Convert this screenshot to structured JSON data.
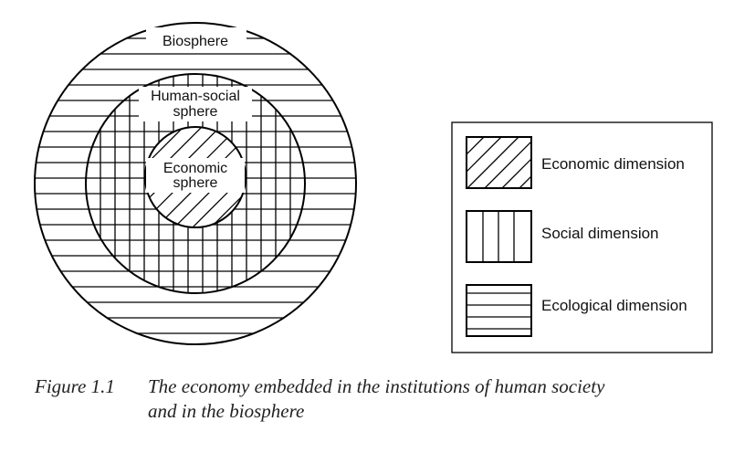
{
  "diagram": {
    "labels": {
      "biosphere": "Biosphere",
      "human_social_line1": "Human-social",
      "human_social_line2": "sphere",
      "economic_line1": "Economic",
      "economic_line2": "sphere"
    },
    "legend": {
      "items": [
        {
          "pattern": "diagonal-hatch",
          "label": "Economic dimension"
        },
        {
          "pattern": "vertical-lines",
          "label": "Social dimension"
        },
        {
          "pattern": "horizontal-lines",
          "label": "Ecological dimension"
        }
      ]
    }
  },
  "caption": {
    "figure_number": "Figure 1.1",
    "line1": "The economy embedded in the institutions of human society",
    "line2": "and in the biosphere"
  }
}
